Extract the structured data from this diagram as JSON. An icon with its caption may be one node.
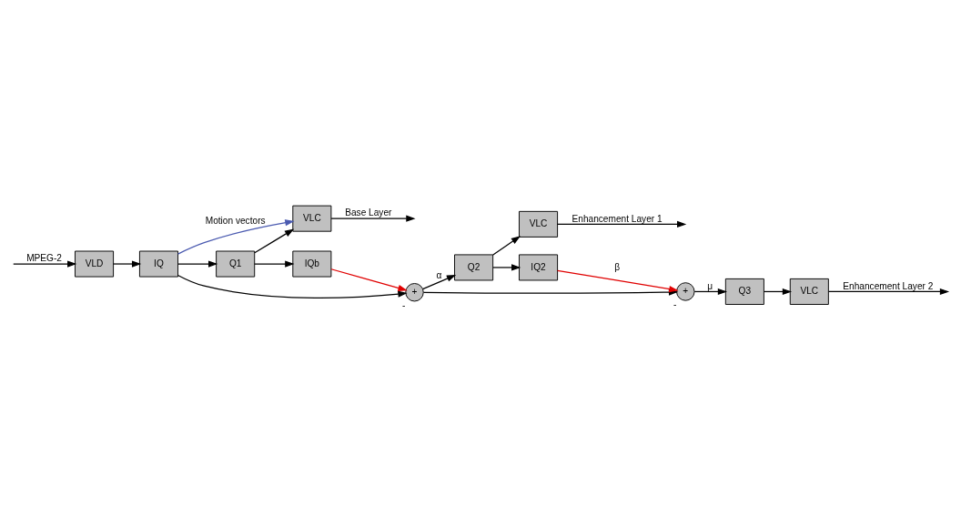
{
  "diagram": {
    "nodes": [
      {
        "text": [
          "VLD"
        ]
      },
      {
        "text": [
          "IQ"
        ]
      },
      {
        "text": [
          "Q1"
        ]
      },
      {
        "text": [
          "VLC"
        ]
      },
      {
        "text": [
          "IQb"
        ]
      },
      {
        "text": [
          "+"
        ],
        "beside": [
          "-"
        ]
      },
      {
        "text": [
          "Q2"
        ]
      },
      {
        "text": [
          "VLC"
        ]
      },
      {
        "text": [
          "IQ2"
        ]
      },
      {
        "text": [
          "+"
        ],
        "beside": [
          "-"
        ]
      },
      {
        "text": [
          "Q3"
        ]
      },
      {
        "text": [
          "VLC"
        ]
      }
    ],
    "edges": [
      {
        "from": null,
        "to": 0,
        "arrow": "to",
        "label": "MPEG-2"
      },
      {
        "from": 0,
        "to": 1,
        "arrow": "to"
      },
      {
        "from": 1,
        "to": 2,
        "arrow": "to"
      },
      {
        "from": 1,
        "to": 5,
        "arrow": "to"
      },
      {
        "from": 2,
        "to": 3,
        "arrow": "to"
      },
      {
        "from": 2,
        "to": 4,
        "arrow": "to"
      },
      {
        "from": 3,
        "to": null,
        "arrow": "to",
        "label": "Base Layer"
      },
      {
        "from": 4,
        "to": 5,
        "arrow": "to",
        "color": "#e00000"
      },
      {
        "from": 5,
        "to": 6,
        "arrow": "to",
        "label": "α"
      },
      {
        "from": 5,
        "to": 9,
        "arrow": "to"
      },
      {
        "from": 6,
        "to": 7,
        "arrow": "to"
      },
      {
        "from": 6,
        "to": 8,
        "arrow": "to"
      },
      {
        "from": 7,
        "to": null,
        "arrow": "to",
        "label": "Enhancement Layer 1"
      },
      {
        "from": 8,
        "to": 9,
        "arrow": "to",
        "color": "#e00000",
        "label": "β"
      },
      {
        "from": 9,
        "to": 10,
        "arrow": "to",
        "label": "μ"
      },
      {
        "from": 10,
        "to": 11,
        "arrow": "to"
      },
      {
        "from": 11,
        "to": null,
        "arrow": "to",
        "label": "Enhancement Layer 2"
      },
      {
        "from": 1,
        "to": 3,
        "arrow": "to",
        "color": "#4a5ab0",
        "label": "Motion vectors"
      }
    ]
  }
}
